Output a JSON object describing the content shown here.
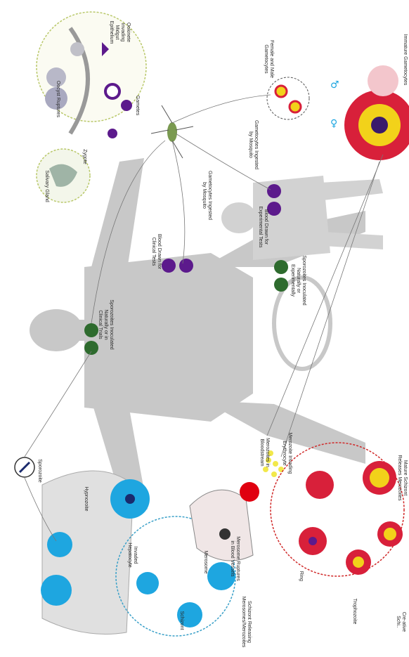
{
  "labels": {
    "oocyst_ruptures": "Oocyst Ruptures",
    "ookinete_epithelium": "Ookinete\nInvading\nMidgut\nEpithelium",
    "salivary_gland": "Salivary Gland",
    "zygote": "Zygote",
    "gametes": "Gametes",
    "gametocytes_ingested_1": "Gametocytes Ingested\nby Mosquito",
    "gametocytes_ingested_2": "Gametocytes Ingested\nby Mosquito",
    "female_male_gametocytes": "Female and Male\nGametocytes",
    "immature_gametocytes": "Immature Gametocytes",
    "blood_drawn_clinical": "Blood Drawn for\nClinical Tests",
    "blood_drawn_experimental": "Blood Drawn for\nExperimental Tests",
    "sporozoites_natural": "Sporozoites Inoculated\nNaturally or in\nClinical Trials",
    "sporozoites_experimental": "Sporozoites Inoculated\nNaturally or\nExperimentally",
    "sporozoite": "Sporozoite",
    "hypnozoite": "Hypnozoite",
    "invaded_hepatocyte": "Invaded\nHepatocyte",
    "schizont": "Schizont",
    "merosome": "Merosome",
    "merosome_rupture": "Merosome Ruptures\nin Blood Vessels",
    "schizont_releasing": "Schizont Releasing\nMerosomes/Merozoites",
    "merozoites_bloodstream": "Merozoites in\nBloodstream",
    "merozoite_invading": "Merozoite Invading\nErythrocyte",
    "ring": "Ring",
    "trophozoite": "Trophozoite",
    "early_schizont": "Cre‐ative\nSchi..",
    "mature_schizont": "Mature Schizont\nReleases Merozoites"
  },
  "colors": {
    "silhouette": "#c8c8c8",
    "mosquito_circle": "#b9c86a",
    "liver_circle": "#3aa0c8",
    "blood_circle": "#d02828",
    "parasite_purple": "#5c1a8c",
    "green_badge": "#2e6b2e",
    "red_cell": "#d8203a",
    "yellow": "#f2d21a",
    "cyan_cell": "#1ea6e0"
  },
  "icons": [
    "mosquito-icon",
    "sporozoite-badge-icon",
    "liver-icon",
    "blood-vessel-icon",
    "male-symbol-icon",
    "female-symbol-icon"
  ]
}
